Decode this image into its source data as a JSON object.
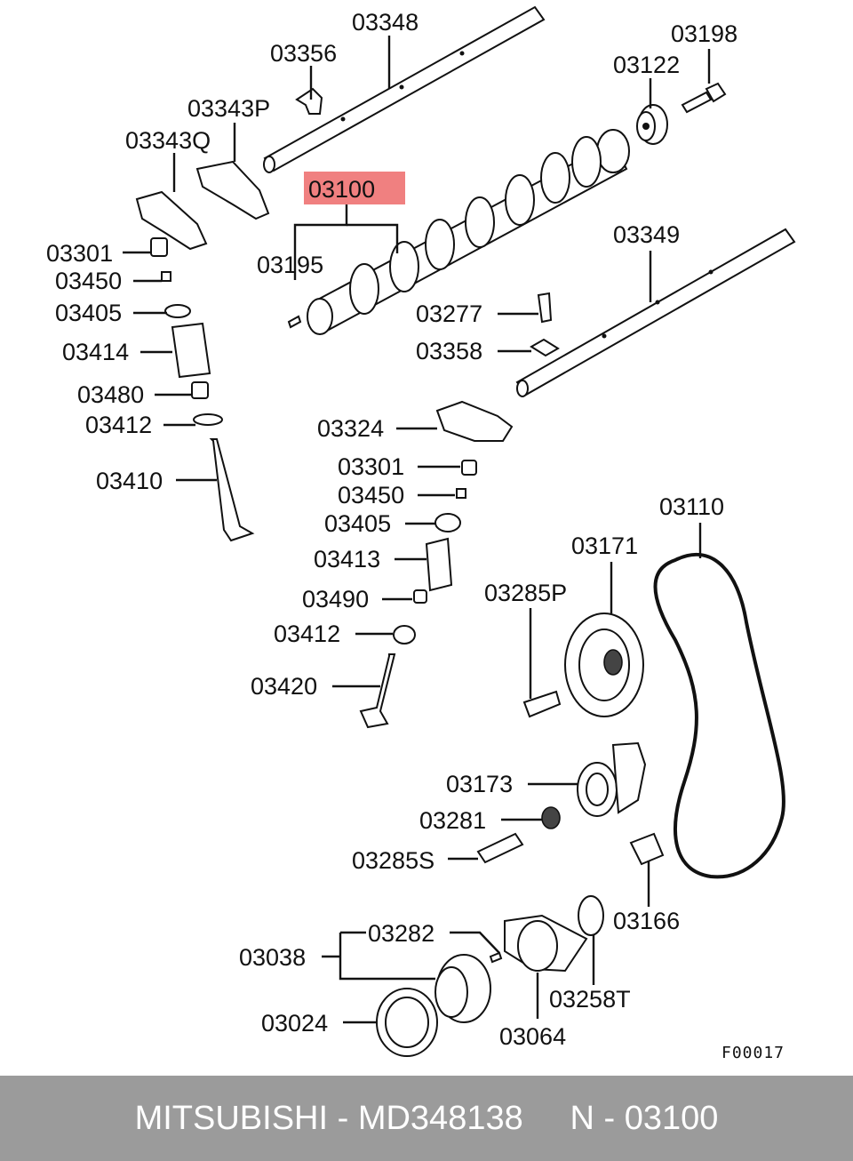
{
  "highlight_color": "#f08080",
  "labels": {
    "l03348": "03348",
    "l03356": "03356",
    "l03198": "03198",
    "l03122": "03122",
    "l03343p": "03343P",
    "l03343q": "03343Q",
    "l03100": "03100",
    "l03195": "03195",
    "l03349": "03349",
    "l03301a": "03301",
    "l03450a": "03450",
    "l03405a": "03405",
    "l03414": "03414",
    "l03480": "03480",
    "l03412a": "03412",
    "l03410": "03410",
    "l03277": "03277",
    "l03358": "03358",
    "l03324": "03324",
    "l03301b": "03301",
    "l03450b": "03450",
    "l03405b": "03405",
    "l03413": "03413",
    "l03490": "03490",
    "l03412b": "03412",
    "l03420": "03420",
    "l03110": "03110",
    "l03171": "03171",
    "l03285p": "03285P",
    "l03173": "03173",
    "l03281": "03281",
    "l03285s": "03285S",
    "l03166": "03166",
    "l03282": "03282",
    "l03038": "03038",
    "l03024": "03024",
    "l03064": "03064",
    "l03258t": "03258T"
  },
  "figure_code": "F00017",
  "footer": {
    "brand": "MITSUBISHI",
    "sep1": " - ",
    "part_number": "MD348138",
    "gap": "     ",
    "position": "N - 03100"
  }
}
